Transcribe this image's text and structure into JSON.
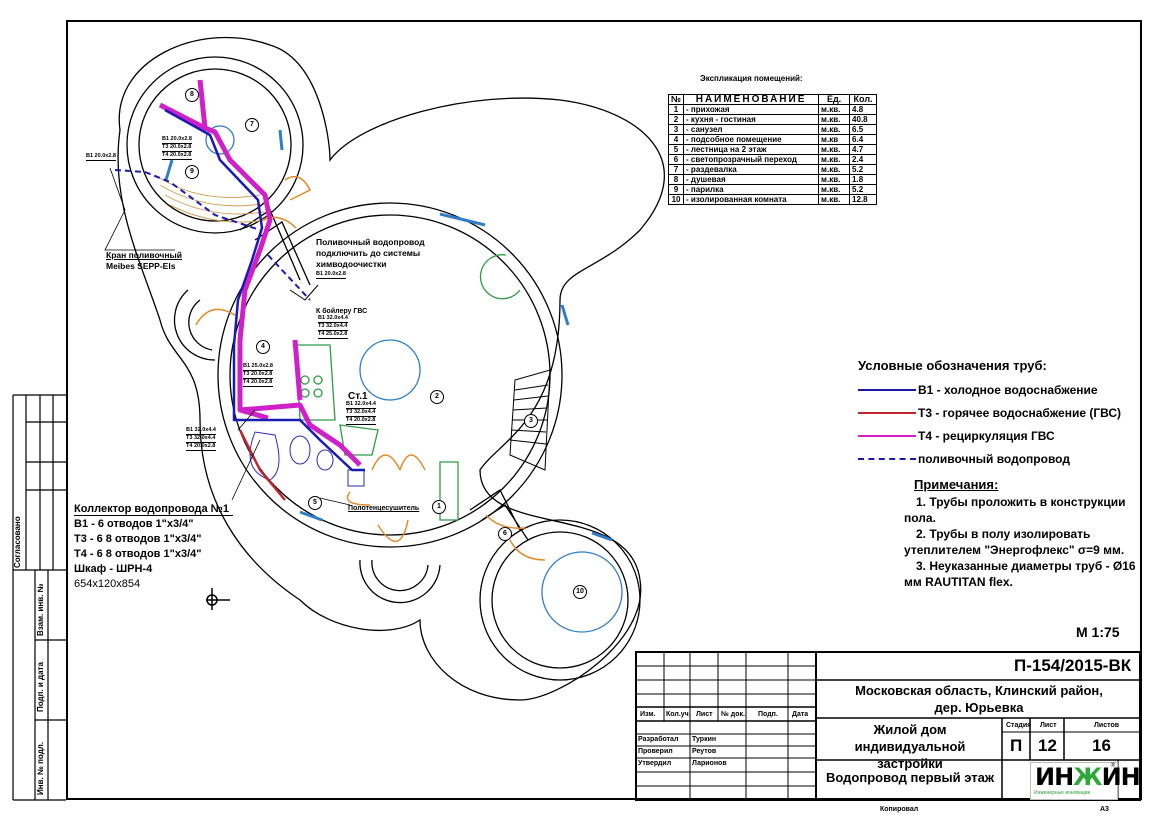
{
  "drawing": {
    "sheet_format": "A3",
    "scale": "М 1:75",
    "copied_by_label": "Копировал"
  },
  "rooms_table": {
    "title": "Экспликация помещений:",
    "headers": {
      "num": "№",
      "name": "НАИМЕНОВАНИЕ",
      "unit": "Ед.",
      "qty": "Кол."
    },
    "rows": [
      {
        "num": "1",
        "name": "- прихожая",
        "unit": "м.кв.",
        "qty": "4.8"
      },
      {
        "num": "2",
        "name": "- кухня - гостиная",
        "unit": "м.кв.",
        "qty": "40.8"
      },
      {
        "num": "3",
        "name": "- санузел",
        "unit": "м.кв.",
        "qty": "6.5"
      },
      {
        "num": "4",
        "name": "- подсобное помещение",
        "unit": "м.кв",
        "qty": "6.4"
      },
      {
        "num": "5",
        "name": "- лестница на 2 этаж",
        "unit": "м.кв.",
        "qty": "4.7"
      },
      {
        "num": "6",
        "name": "- светопрозрачный переход",
        "unit": "м.кв.",
        "qty": "2.4"
      },
      {
        "num": "7",
        "name": "- раздевалка",
        "unit": "м.кв.",
        "qty": "5.2"
      },
      {
        "num": "8",
        "name": "- душевая",
        "unit": "м.кв.",
        "qty": "1.8"
      },
      {
        "num": "9",
        "name": "- парилка",
        "unit": "м.кв.",
        "qty": "5.2"
      },
      {
        "num": "10",
        "name": "- изолированная комната",
        "unit": "м.кв.",
        "qty": "12.8"
      }
    ]
  },
  "legend": {
    "title": "Условные обозначения  труб:",
    "items": [
      {
        "code": "B1",
        "label": "В1 - холодное водоснабжение",
        "color": "#1a1aa0",
        "style": "solid"
      },
      {
        "code": "T3",
        "label": "Т3 - горячее водоснабжение (ГВС)",
        "color": "#c0262a",
        "style": "solid"
      },
      {
        "code": "T4",
        "label": "Т4 - рециркуляция ГВС",
        "color": "#d020c8",
        "style": "solid"
      },
      {
        "code": "irrigation",
        "label": "поливочный водопровод",
        "color": "#1a1aa0",
        "style": "dashed"
      }
    ]
  },
  "notes": {
    "title": "Примечания:",
    "items": [
      "1. Трубы проложить в конструкции пола.",
      "2. Трубы в полу изолировать утеплителем \"Энергофлекс\" σ=9 мм.",
      "3. Неуказанные диаметры труб - Ø16 мм RAUTITAN flex."
    ]
  },
  "collector_note": {
    "title": "Коллектор водопровода №1",
    "lines": [
      "В1 - 6 отводов 1\"x3/4\"",
      "Т3 - 6 8 отводов 1\"x3/4\"",
      "Т4 - 6 8 отводов 1\"x3/4\"",
      "Шкаф - ШРН-4",
      "654x120x854"
    ]
  },
  "plan_annotations": {
    "irrigation_note": [
      "Поливочный водопровод",
      "подключить до системы",
      "химводоочистки"
    ],
    "irrigation_pipe": "В1 20.0x2.8",
    "boiler_note": "К бойлеру ГВС",
    "boiler_pipes": [
      "В1 32.0x4.4",
      "Т3 32.0x4.4",
      "Т4 25.0x2.8"
    ],
    "tap_note": [
      "Кран поливочный",
      "Meibes SEPP-Els"
    ],
    "tap_pipe": "В1 20.0x2.8",
    "sauna_pipes": [
      "В1 20.0x2.8",
      "Т3 20.0x2.8",
      "Т4 20.0x2.8"
    ],
    "riser_label": "Ст.1",
    "riser_pipes": [
      "В1 32.0x4.4",
      "Т3 32.0x4.4",
      "Т4 20.0x2.8"
    ],
    "utility_pipes": [
      "В1 25.0x2.8",
      "Т3 20.0x2.8",
      "Т4 20.0x2.8"
    ],
    "collector_pipes": [
      "В1 32.0x4.4",
      "Т3 32.0x4.4",
      "Т4 20.0x2.8"
    ],
    "towel_dryer": "Полотенцесушитель",
    "room_numbers": [
      "1",
      "2",
      "3",
      "4",
      "5",
      "6",
      "7",
      "8",
      "9",
      "10"
    ]
  },
  "title_block": {
    "doc_code": "П-154/2015-ВК",
    "address_line1": "Московская область, Клинский район,",
    "address_line2": "дер. Юрьевка",
    "project_line1": "Жилой дом индивидуальной",
    "project_line2": "застройки",
    "sheet_title": "Водопровод первый этаж",
    "stage_label": "Стадия",
    "stage_value": "П",
    "sheet_label": "Лист",
    "sheet_value": "12",
    "sheets_label": "Листов",
    "sheets_value": "16",
    "col_headers": [
      "Изм.",
      "Кол.уч.",
      "Лист",
      "№ док.",
      "Подп.",
      "Дата"
    ],
    "signatures": [
      {
        "role": "Разработал",
        "name": "Туркин"
      },
      {
        "role": "Проверил",
        "name": "Реутов"
      },
      {
        "role": "Утвердил",
        "name": "Ларионов"
      }
    ],
    "logo_text": "ИНЖИН",
    "logo_subtitle": "Инженерные инновации",
    "logo_reg": "®"
  },
  "side_stamp": {
    "agreed": "Согласовано",
    "replace_inv": "Взам. инв. №",
    "sign_date": "Подп. и дата",
    "inv_orig": "Инв. № подл."
  }
}
